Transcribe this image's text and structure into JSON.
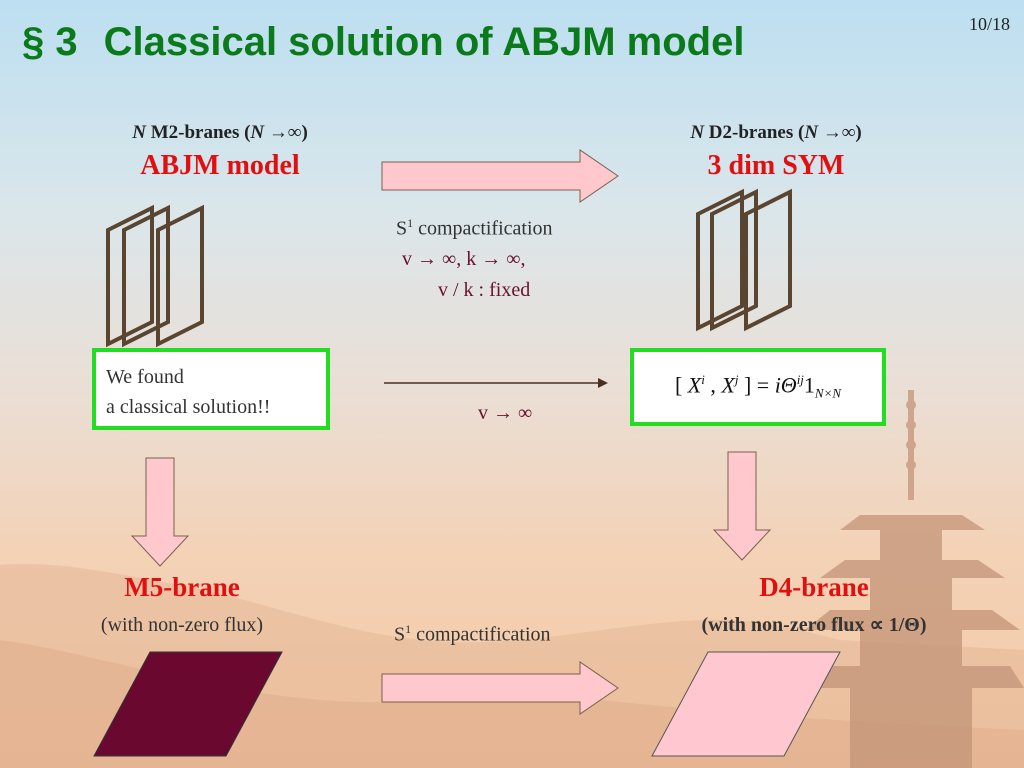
{
  "slide": {
    "section": "§ 3",
    "title": "Classical solution of ABJM model",
    "page": "10/18"
  },
  "left_header": {
    "n": "N",
    "text": " M2-branes (",
    "n2": "N",
    "limit": " →∞)",
    "model": "ABJM model"
  },
  "right_header": {
    "n": "N",
    "text": " D2-branes (",
    "n2": "N",
    "limit": " →∞)",
    "model": "3 dim SYM"
  },
  "compactification_top": {
    "s": "S",
    "sup": "1",
    "label": " compactification",
    "limits": "v → ∞,   k → ∞,",
    "fixed": "v / k : fixed"
  },
  "found_box": {
    "line1": "We found",
    "line2": "a classical solution!!"
  },
  "formula": {
    "lbr": "[ ",
    "X": "X",
    "i": "i",
    "comma": " , ",
    "X2": "X",
    "j": "j",
    "rbr": " ]",
    "eq": " = ",
    "iTheta": "iΘ",
    "ij": "ij",
    "one": "1",
    "sub": "N×N"
  },
  "middle_limit": "v → ∞",
  "left_bottom": {
    "title": "M5-brane",
    "subtitle": "(with non-zero flux)"
  },
  "right_bottom": {
    "title": "D4-brane",
    "subtitle": "(with non-zero flux ∝ 1/Θ)"
  },
  "compactification_bottom": {
    "s": "S",
    "sup": "1",
    "label": " compactification"
  },
  "colors": {
    "title_green": "#0b7a1a",
    "accent_red": "#e01010",
    "box_green": "#22dd22",
    "arrow_fill": "#ffc8cc",
    "brane_brown": "#5a4630",
    "m5_fill": "#6a0830",
    "d4_fill": "#ffc8d0"
  }
}
